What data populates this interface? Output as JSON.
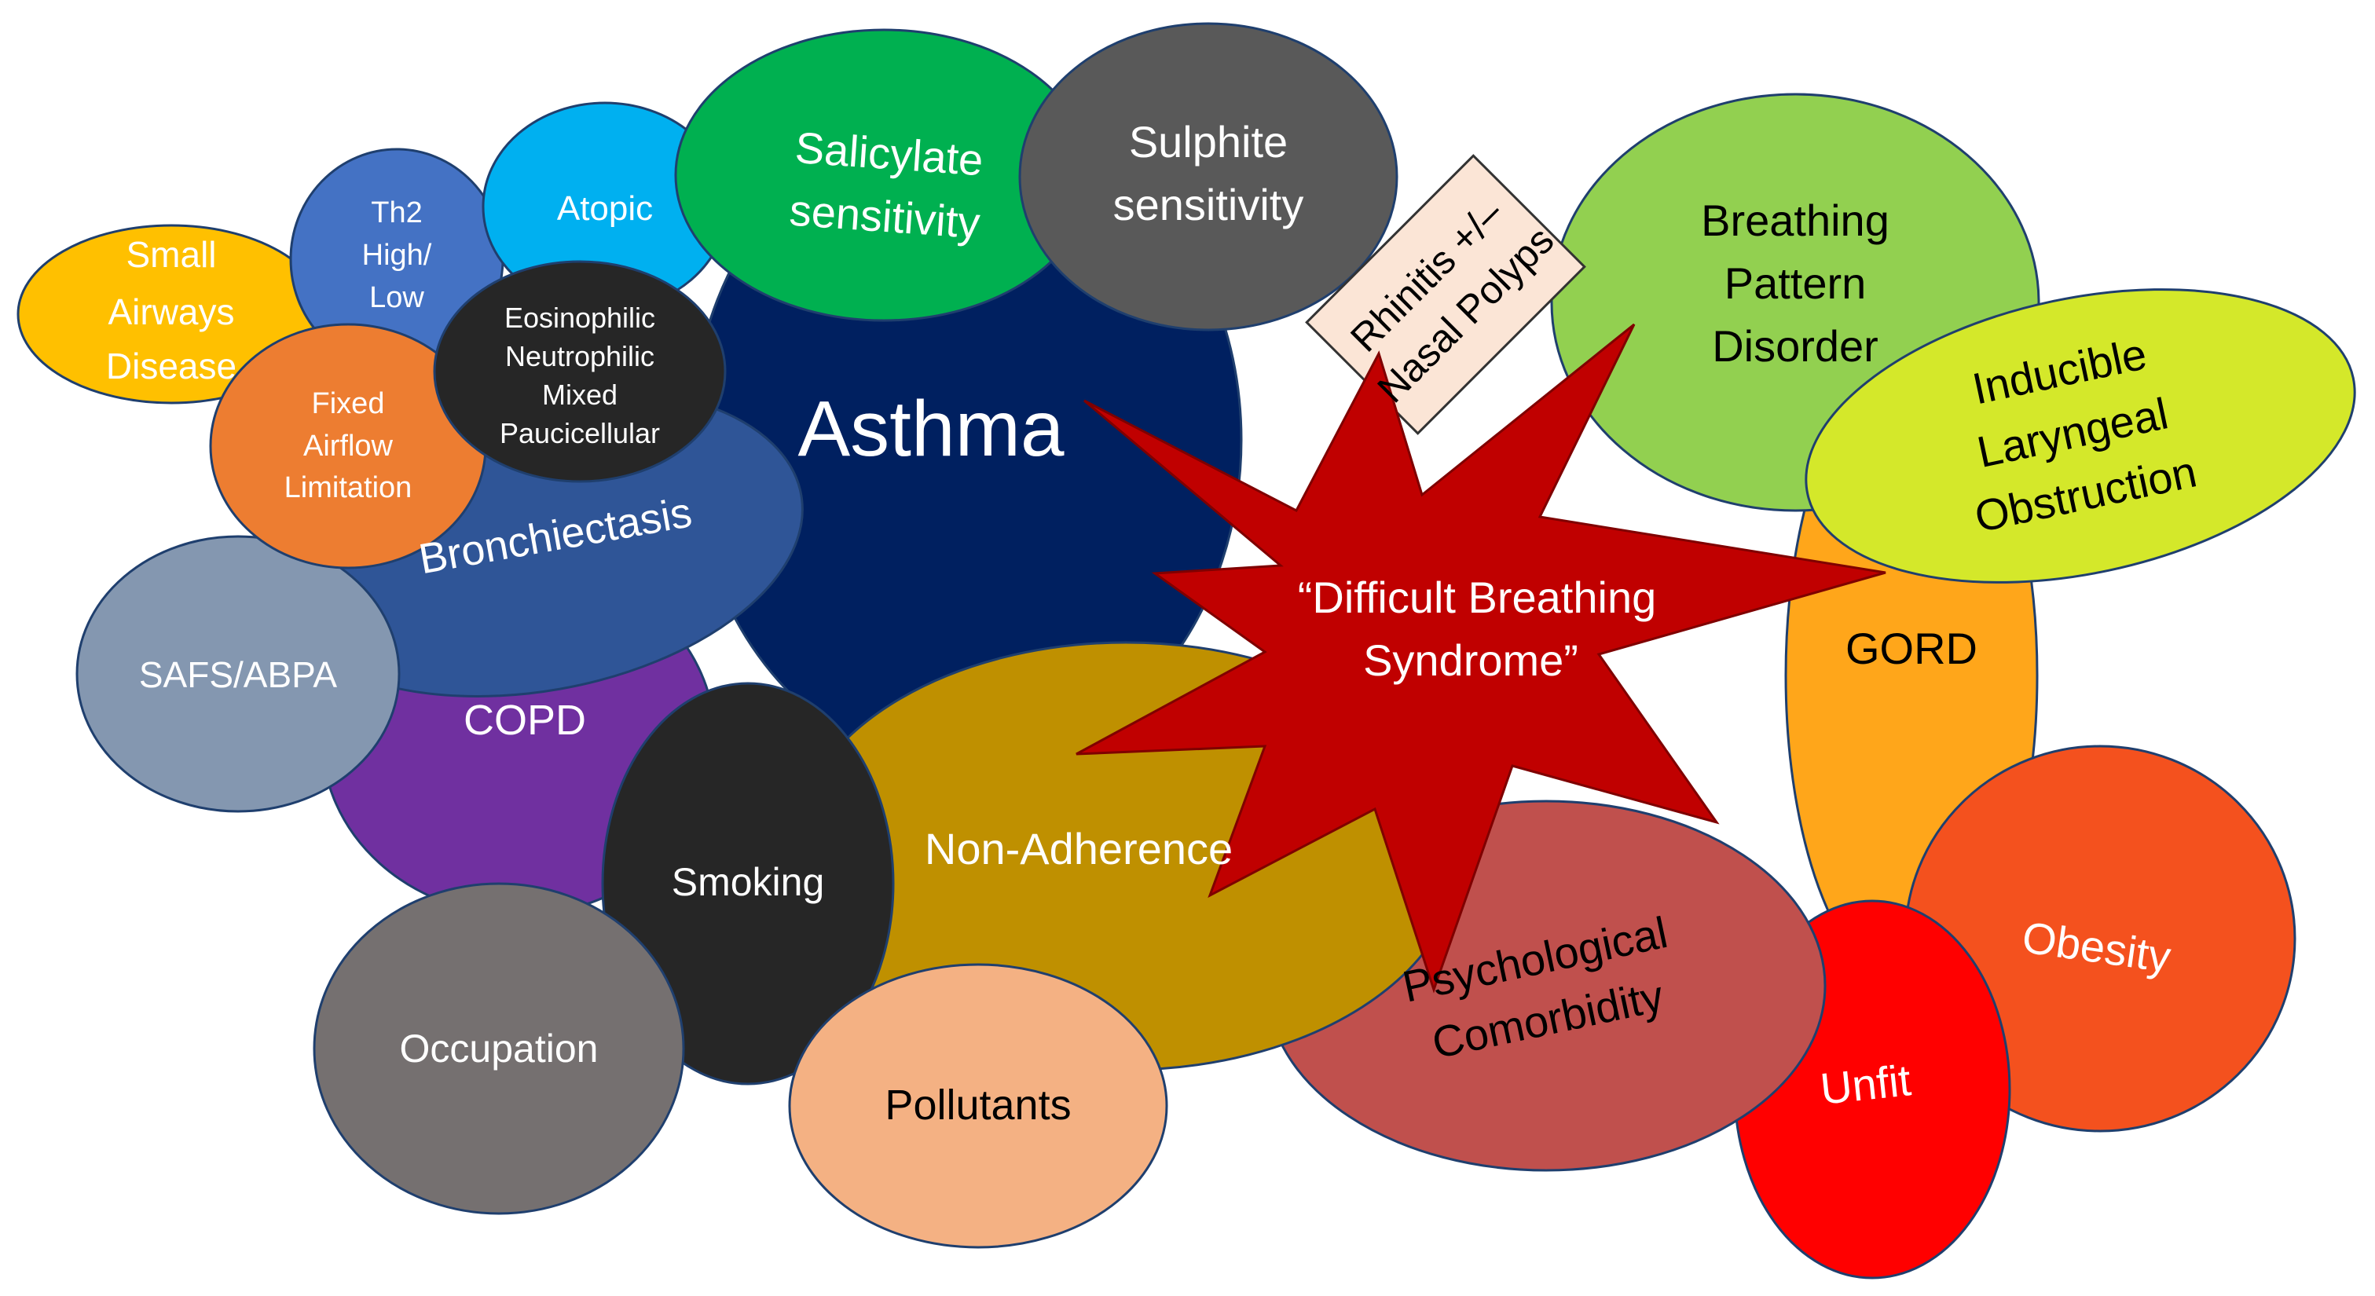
{
  "diagram": {
    "center": {
      "label_line1": "“Difficult Breathing",
      "label_line2": "Syndrome”",
      "fill": "#c00000"
    },
    "asthma": {
      "label": "Asthma",
      "fill": "#002060"
    },
    "bronchiectasis": {
      "label": "Bronchiectasis",
      "fill": "#2f5597"
    },
    "copd": {
      "label": "COPD",
      "fill": "#7030a0"
    },
    "safs_abpa": {
      "label": "SAFS/ABPA",
      "fill": "#8497b0"
    },
    "small_airways": {
      "line1": "Small",
      "line2": "Airways",
      "line3": "Disease",
      "fill": "#ffc000"
    },
    "th2": {
      "line1": "Th2",
      "line2": "High/",
      "line3": "Low",
      "fill": "#4472c4"
    },
    "atopic": {
      "label": "Atopic",
      "fill": "#00b0f0"
    },
    "salicylate": {
      "line1": "Salicylate",
      "line2": "sensitivity",
      "fill": "#00b050"
    },
    "sulphite": {
      "line1": "Sulphite",
      "line2": "sensitivity",
      "fill": "#595959"
    },
    "fixed_airflow": {
      "line1": "Fixed",
      "line2": "Airflow",
      "line3": "Limitation",
      "fill": "#ed7d31"
    },
    "inflammatory": {
      "line1": "Eosinophilic",
      "line2": "Neutrophilic",
      "line3": "Mixed",
      "line4": "Paucicellular",
      "fill": "#262626"
    },
    "rhinitis": {
      "line1": "Rhinitis +/–",
      "line2": "Nasal Polyps",
      "fill": "#fbe5d6"
    },
    "breathing_pattern": {
      "line1": "Breathing",
      "line2": "Pattern",
      "line3": "Disorder",
      "fill": "#92d050"
    },
    "ilo": {
      "line1": "Inducible",
      "line2": "Laryngeal",
      "line3": "Obstruction",
      "fill": "#d4e82a"
    },
    "gord": {
      "label": "GORD",
      "fill": "#ffa61a"
    },
    "obesity": {
      "label": "Obesity",
      "fill": "#f4511e"
    },
    "unfit": {
      "label": "Unfit",
      "fill": "#ff0000"
    },
    "psychological": {
      "line1": "Psychological",
      "line2": "Comorbidity",
      "fill": "#c0504d"
    },
    "non_adherence": {
      "label": "Non-Adherence",
      "fill": "#bf9000"
    },
    "smoking": {
      "label": "Smoking",
      "fill": "#262626"
    },
    "occupation": {
      "label": "Occupation",
      "fill": "#757070"
    },
    "pollutants": {
      "label": "Pollutants",
      "fill": "#f4b183"
    }
  }
}
